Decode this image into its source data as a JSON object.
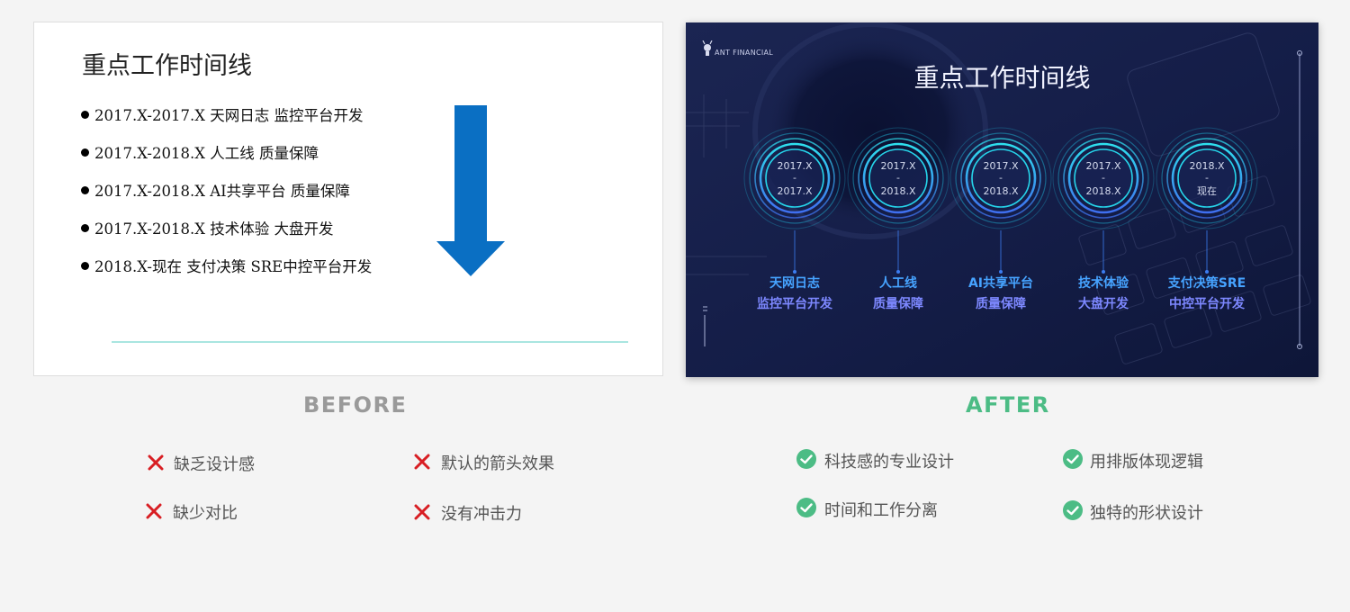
{
  "before": {
    "slide_title": "重点工作时间线",
    "lines": [
      "2017.X-2017.X 天网日志 监控平台开发",
      "2017.X-2018.X 人工线 质量保障",
      "2017.X-2018.X AI共享平台 质量保障",
      "2017.X-2018.X 技术体验 大盘开发",
      "2018.X-现在 支付决策 SRE中控平台开发"
    ],
    "arrow_color": "#0a6fc3",
    "heading": "BEFORE",
    "cons": [
      "缺乏设计感",
      "默认的箭头效果",
      "缺少对比",
      "没有冲击力"
    ],
    "cons_icon": "cross-icon",
    "cons_color": "#d81e23"
  },
  "after": {
    "brand": "ANT FINANCIAL",
    "slide_title": "重点工作时间线",
    "nodes": [
      {
        "start": "2017.X",
        "sep": "-",
        "end": "2017.X",
        "label1": "天网日志",
        "label2": "监控平台开发"
      },
      {
        "start": "2017.X",
        "sep": "-",
        "end": "2018.X",
        "label1": "人工线",
        "label2": "质量保障"
      },
      {
        "start": "2017.X",
        "sep": "-",
        "end": "2018.X",
        "label1": "AI共享平台",
        "label2": "质量保障"
      },
      {
        "start": "2017.X",
        "sep": "-",
        "end": "2018.X",
        "label1": "技术体验",
        "label2": "大盘开发"
      },
      {
        "start": "2018.X",
        "sep": "-",
        "end": "现在",
        "label1": "支付决策SRE",
        "label2": "中控平台开发"
      }
    ],
    "heading": "AFTER",
    "pros": [
      "科技感的专业设计",
      "用排版体现逻辑",
      "时间和工作分离",
      "独特的形状设计"
    ],
    "pros_icon": "check-circle-icon",
    "pros_color": "#4cbc85",
    "background_color": "#131c45",
    "accent_color": "#1fd3ea"
  }
}
